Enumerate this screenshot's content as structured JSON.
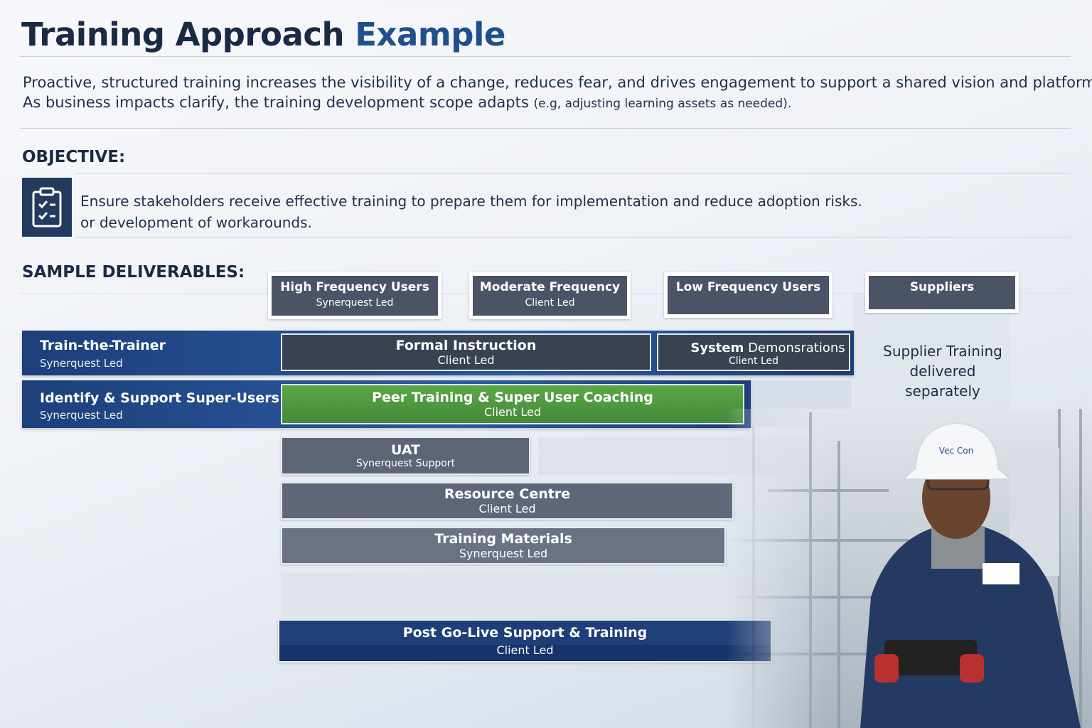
{
  "title": {
    "main": "Training Approach",
    "accent": "Example"
  },
  "intro": {
    "line1": "Proactive, structured training increases the visibility of a change, reduces fear, and drives engagement to support a shared vision and platform.",
    "line2": "As business impacts clarify, the training development scope adapts",
    "line2_small": "(e.g, adjusting learning assets as needed)."
  },
  "objective": {
    "heading": "OBJECTIVE:",
    "icon": "clipboard-check-icon",
    "line1": "Ensure stakeholders receive effective training to prepare them for implementation and reduce adoption risks.",
    "line2": "or development of workarounds."
  },
  "deliverables": {
    "heading": "SAMPLE DELIVERABLES:",
    "columns": [
      {
        "title": "High Frequency Users",
        "sub": "Synerquest Led"
      },
      {
        "title": "Moderate Frequency",
        "sub": "Client Led"
      },
      {
        "title": "Low Frequency Users",
        "sub": ""
      },
      {
        "title": "Suppliers",
        "sub": ""
      }
    ],
    "rows": [
      {
        "title": "Train-the-Trainer",
        "sub": "Synerquest Led"
      },
      {
        "title": "Identify & Support Super-Users",
        "sub": "Synerquest Led"
      }
    ],
    "items": [
      {
        "title": "Formal Instruction",
        "sub": "Client Led"
      },
      {
        "title_bold": "System",
        "title_rest": " Demonsrations",
        "sub": "Client Led"
      },
      {
        "title": "Peer Training & Super User Coaching",
        "sub": "Client Led"
      },
      {
        "title": "UAT",
        "sub": "Synerquest Support"
      },
      {
        "title": "Resource Centre",
        "sub": "Client Led"
      },
      {
        "title": "Training Materials",
        "sub": "Synerquest Led"
      },
      {
        "title": "Post Go-Live Support & Training",
        "sub": "Client Led"
      }
    ],
    "supplier_note": [
      "Supplier Training",
      "delivered",
      "separately"
    ]
  },
  "photo": {
    "logo": "Vec Con"
  },
  "colors": {
    "navy": "#1b2a44",
    "accent": "#1f4f8c",
    "green": "#4f9a3e",
    "gray": "#4a5466"
  }
}
